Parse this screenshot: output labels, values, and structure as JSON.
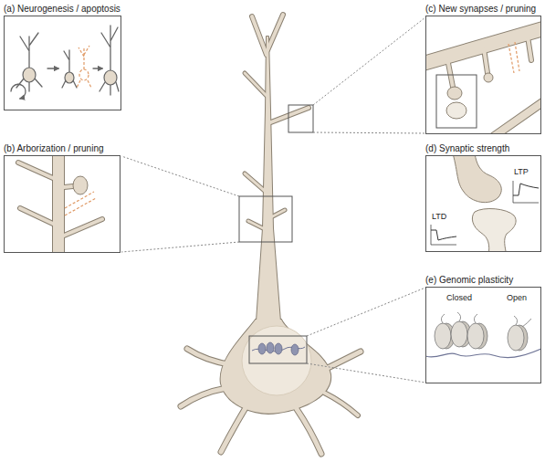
{
  "diagram": {
    "nodes": [
      {
        "text": [
          "(a) Neurogenesis / apoptosis"
        ]
      },
      {
        "text": [
          "(c) New synapses / pruning"
        ]
      },
      {
        "text": [
          "(b) Arborization / pruning"
        ]
      },
      {
        "text": [
          "(d) Synaptic strength",
          "LTD",
          "LTP"
        ]
      },
      {
        "text": [
          "(e) Genomic plasticity",
          "Closed",
          "Open"
        ]
      }
    ]
  }
}
